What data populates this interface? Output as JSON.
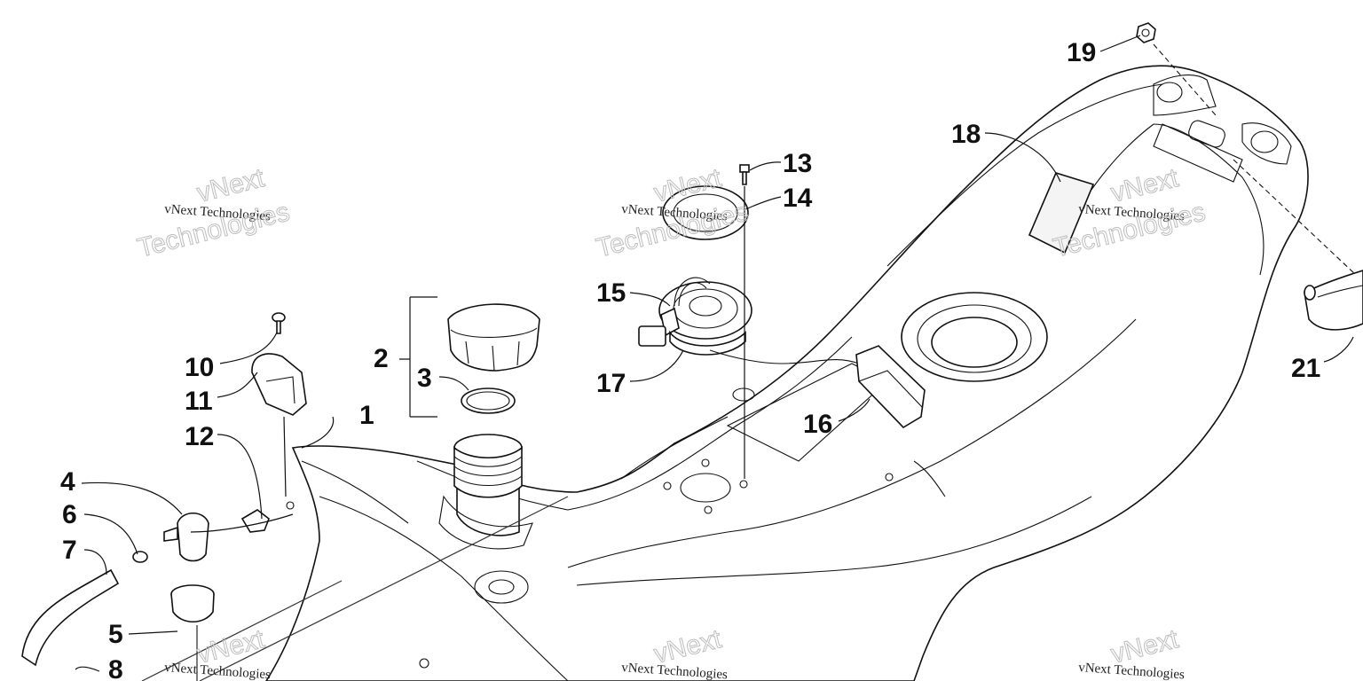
{
  "callouts": [
    {
      "id": "c1",
      "label": "1"
    },
    {
      "id": "c2",
      "label": "2"
    },
    {
      "id": "c3",
      "label": "3"
    },
    {
      "id": "c4",
      "label": "4"
    },
    {
      "id": "c5",
      "label": "5"
    },
    {
      "id": "c6",
      "label": "6"
    },
    {
      "id": "c7",
      "label": "7"
    },
    {
      "id": "c8",
      "label": "8"
    },
    {
      "id": "c10",
      "label": "10"
    },
    {
      "id": "c11",
      "label": "11"
    },
    {
      "id": "c12",
      "label": "12"
    },
    {
      "id": "c13",
      "label": "13"
    },
    {
      "id": "c14",
      "label": "14"
    },
    {
      "id": "c15",
      "label": "15"
    },
    {
      "id": "c16",
      "label": "16"
    },
    {
      "id": "c17",
      "label": "17"
    },
    {
      "id": "c18",
      "label": "18"
    },
    {
      "id": "c19",
      "label": "19"
    },
    {
      "id": "c21",
      "label": "21"
    }
  ],
  "watermark": {
    "small_text": "vNext Technologies",
    "large_line1": "vNext",
    "large_line2": "Technologies"
  }
}
